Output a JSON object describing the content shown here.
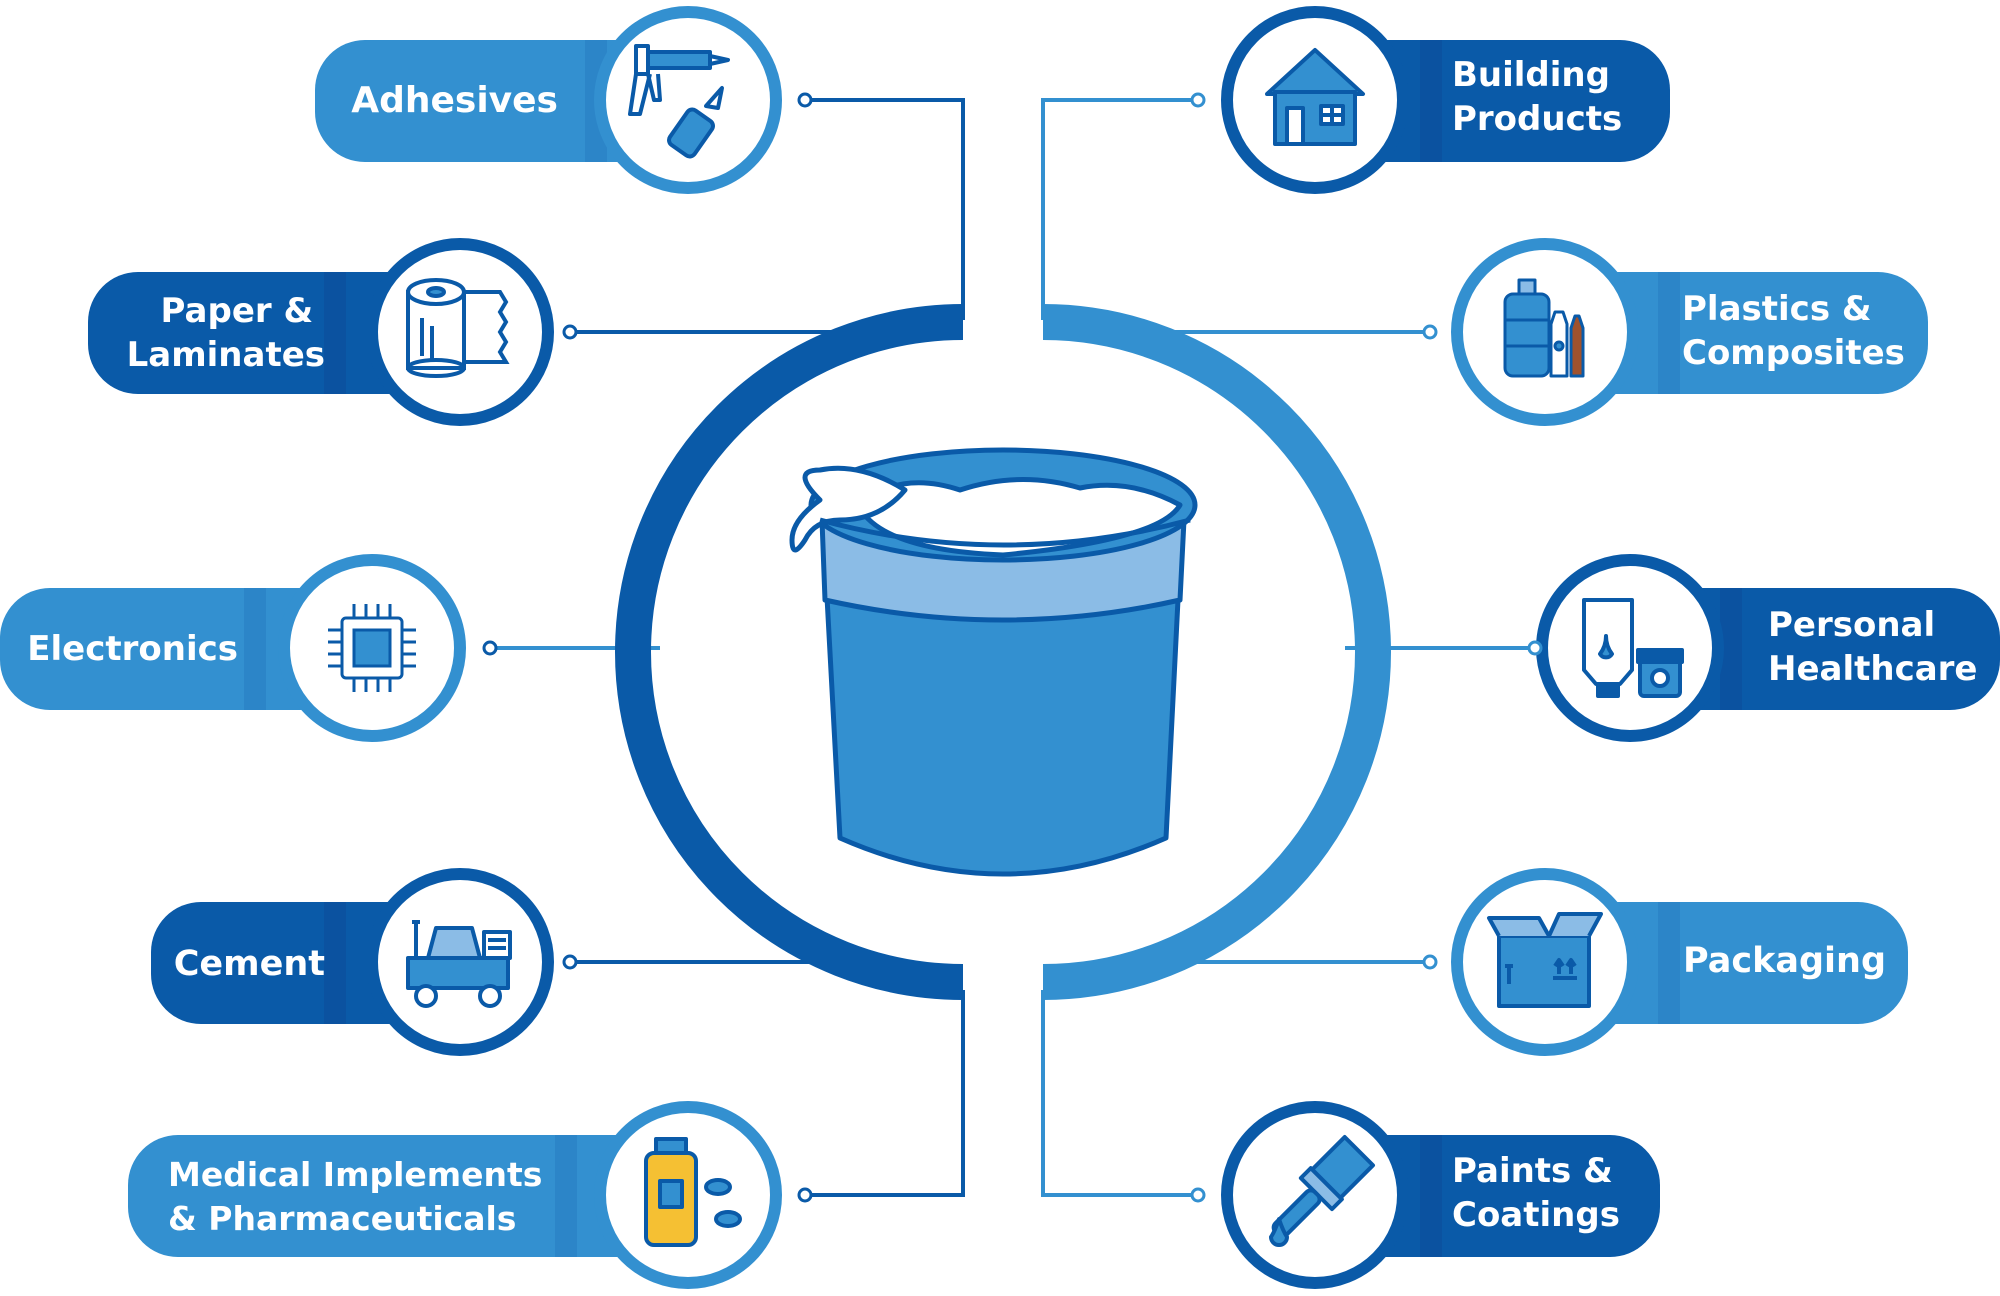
{
  "colors": {
    "dark": "#0a5aa8",
    "mid": "#3390d0",
    "light": "#8bbce6",
    "accent": "#f5c033"
  },
  "items": [
    {
      "id": "adhesives",
      "lines": [
        "Adhesives"
      ],
      "icon": "glue-gun-icon"
    },
    {
      "id": "paper",
      "lines": [
        "Paper &",
        "Laminates"
      ],
      "icon": "paper-roll-icon"
    },
    {
      "id": "electronics",
      "lines": [
        "Electronics"
      ],
      "icon": "microchip-icon"
    },
    {
      "id": "cement",
      "lines": [
        "Cement"
      ],
      "icon": "cement-mixer-icon"
    },
    {
      "id": "medical",
      "lines": [
        "Medical Implements",
        "& Pharmaceuticals"
      ],
      "icon": "medicine-bottle-icon"
    },
    {
      "id": "building",
      "lines": [
        "Building",
        "Products"
      ],
      "icon": "house-icon"
    },
    {
      "id": "plastics",
      "lines": [
        "Plastics &",
        "Composites"
      ],
      "icon": "plastic-bottles-icon"
    },
    {
      "id": "personal",
      "lines": [
        "Personal",
        "Healthcare"
      ],
      "icon": "cosmetics-tube-icon"
    },
    {
      "id": "packaging",
      "lines": [
        "Packaging"
      ],
      "icon": "cardboard-box-icon"
    },
    {
      "id": "paints",
      "lines": [
        "Paints &",
        "Coatings"
      ],
      "icon": "paint-brush-icon"
    }
  ],
  "center_icon": "bucket-icon"
}
